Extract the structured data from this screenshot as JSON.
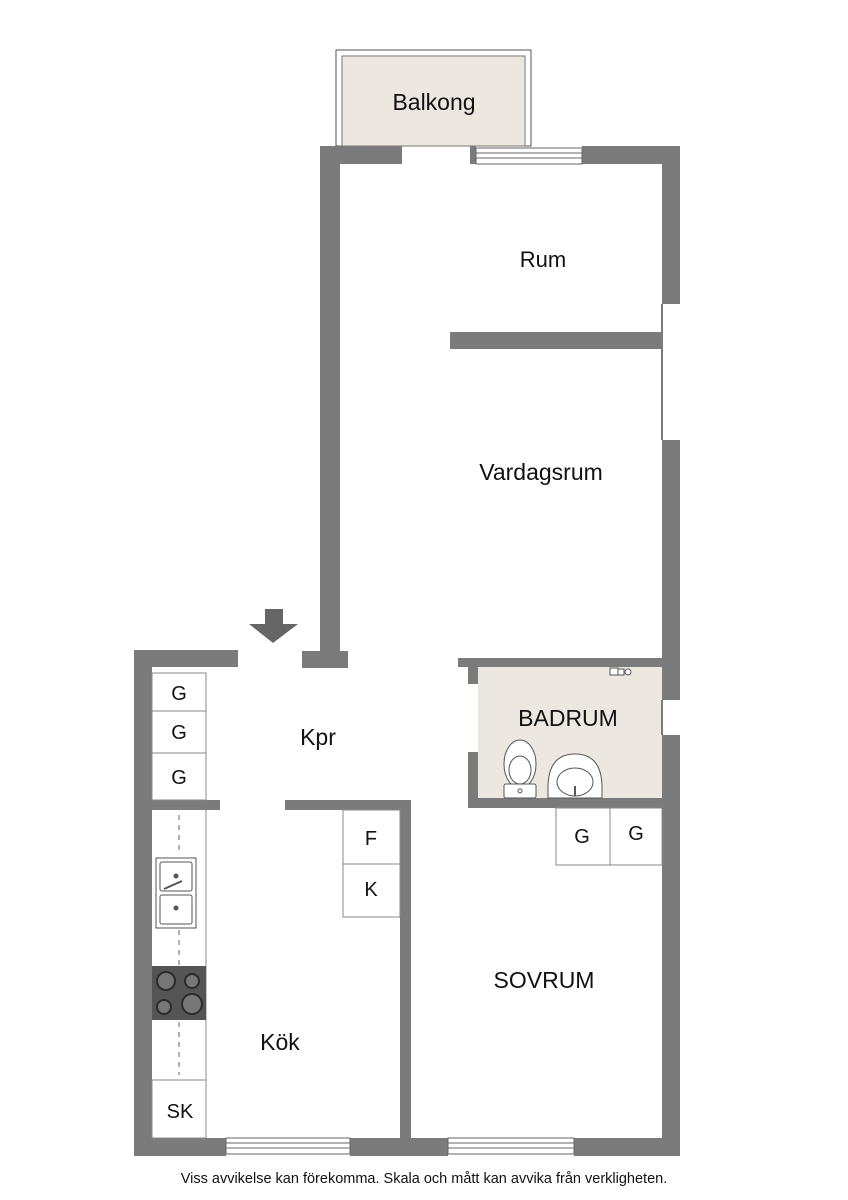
{
  "rooms": {
    "balcony": "Balkong",
    "room": "Rum",
    "living_room": "Vardagsrum",
    "hall": "Kpr",
    "bathroom": "BADRUM",
    "kitchen": "Kök",
    "bedroom": "SOVRUM"
  },
  "closets": {
    "hall_1": "G",
    "hall_2": "G",
    "hall_3": "G",
    "bedroom_1": "G",
    "bedroom_2": "G",
    "fridge": "F",
    "freezer": "K",
    "kitchen_cabinet": "SK"
  },
  "disclaimer": "Viss avvikelse kan förekomma. Skala och mått kan avvika från verkligheten.",
  "colors": {
    "wall": "#7b7b7b",
    "balcony_fill": "#ece7e1",
    "bathroom_fill": "#ece7e1",
    "stove": "#555555",
    "ink": "#111111"
  }
}
